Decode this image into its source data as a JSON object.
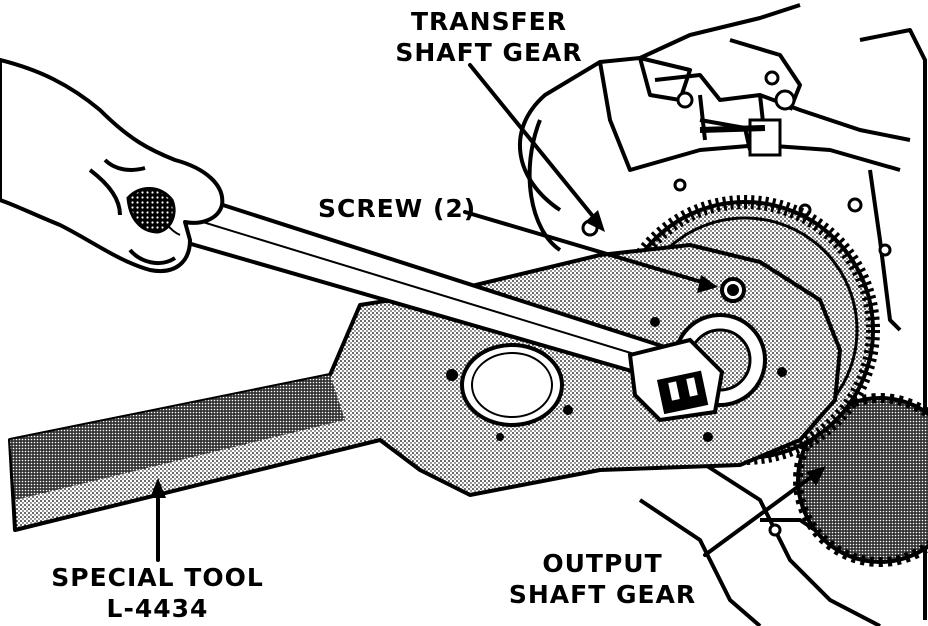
{
  "labels": {
    "transfer_shaft_gear": {
      "line1": "TRANSFER",
      "line2": "SHAFT GEAR"
    },
    "screw": "SCREW (2)",
    "special_tool": {
      "line1": "SPECIAL TOOL",
      "line2": "L-4434"
    },
    "output_shaft_gear": {
      "line1": "OUTPUT",
      "line2": "SHAFT GEAR"
    }
  },
  "colors": {
    "ink": "#000000",
    "paper": "#ffffff",
    "stipple": "#9a9a9a"
  }
}
